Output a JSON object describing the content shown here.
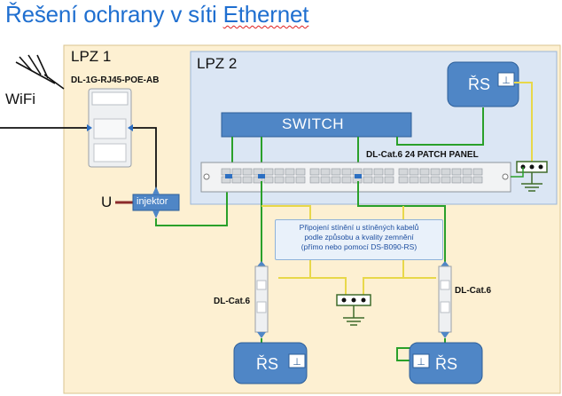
{
  "title": {
    "prefix": "Řešení ochrany v síti ",
    "underlined": "Ethernet"
  },
  "zones": {
    "lpz1": "LPZ 1",
    "lpz2": "LPZ 2"
  },
  "labels": {
    "wifi": "WiFi",
    "poe_device": "DL-1G-RJ45-POE-AB",
    "u": "U",
    "injector": "injektor",
    "switch": "SWITCH",
    "patch_panel": "DL-Cat.6  24 PATCH  PANEL",
    "dl_cat6_left": "DL-Cat.6",
    "dl_cat6_right": "DL-Cat.6",
    "rs_top": "ŘS",
    "rs_bottom_left": "ŘS",
    "rs_bottom_right": "ŘS"
  },
  "note": {
    "line1": "Připojení stínění u stíněných kabelů",
    "line2": "podle způsobu a kvality zemnění",
    "line3": "(přímo nebo pomocí DS-B090-RS)"
  },
  "colors": {
    "title": "#1f6fd0",
    "lpz1_fill": "#fdf0d2",
    "lpz2_fill": "#dbe6f4",
    "device_blue": "#4f86c6",
    "cable_green": "#2aa02a",
    "shield_yellow": "#e8d84a"
  }
}
